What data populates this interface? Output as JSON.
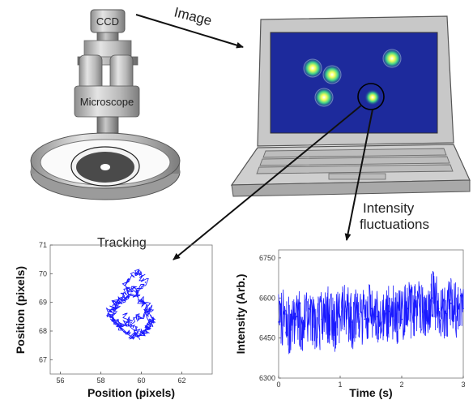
{
  "labels": {
    "ccd": "CCD",
    "microscope": "Microscope",
    "image": "Image",
    "intensity_line1": "Intensity",
    "intensity_line2": "fluctuations",
    "tracking": "Tracking"
  },
  "colors": {
    "screen_bg": "#1d2a9c",
    "trace": "#1a1aff",
    "spot": "#f4ff5a"
  },
  "chart_data": [
    {
      "type": "line",
      "title": "Tracking",
      "xlabel": "Position (pixels)",
      "ylabel": "Position (pixels)",
      "xlim": [
        55.5,
        63.5
      ],
      "ylim": [
        66.5,
        71
      ],
      "xticks": [
        "56",
        "58",
        "60",
        "62"
      ],
      "yticks": [
        "67",
        "68",
        "69",
        "70",
        "71"
      ],
      "series": [
        {
          "x": [
            59.2,
            59.6,
            59.9,
            60.2,
            59.8,
            59.3,
            58.9,
            58.7,
            58.6,
            59.0,
            59.5,
            59.9,
            60.3,
            60.5,
            60.2,
            59.8,
            59.4,
            59.0,
            58.7,
            58.4,
            58.6,
            59.0,
            59.3,
            59.6,
            59.8,
            60.1,
            60.4,
            60.6,
            60.3,
            59.9,
            59.5,
            59.2
          ],
          "y": [
            69.6,
            69.9,
            70.1,
            69.7,
            69.3,
            69.2,
            69.0,
            68.7,
            68.4,
            68.2,
            68.3,
            68.5,
            68.7,
            68.3,
            68.0,
            67.8,
            67.9,
            68.1,
            68.3,
            68.6,
            68.9,
            69.1,
            69.4,
            69.5,
            69.2,
            69.0,
            68.8,
            68.4,
            68.1,
            67.9,
            68.2,
            68.6
          ]
        }
      ]
    },
    {
      "type": "line",
      "xlabel": "Time (s)",
      "ylabel": "Intensity (Arb.)",
      "xlim": [
        0,
        3
      ],
      "ylim": [
        6300,
        6780
      ],
      "xticks": [
        "0",
        "1",
        "2",
        "3"
      ],
      "yticks": [
        "6300",
        "6450",
        "6600",
        "6750"
      ],
      "series": [
        {
          "x": [
            0.0,
            0.1,
            0.2,
            0.3,
            0.4,
            0.5,
            0.6,
            0.7,
            0.8,
            0.9,
            1.0,
            1.1,
            1.2,
            1.3,
            1.4,
            1.5,
            1.6,
            1.7,
            1.8,
            1.9,
            2.0,
            2.1,
            2.2,
            2.3,
            2.4,
            2.5,
            2.6,
            2.7,
            2.8,
            2.9,
            3.0
          ],
          "y": [
            6510,
            6540,
            6480,
            6530,
            6500,
            6560,
            6490,
            6520,
            6540,
            6500,
            6530,
            6550,
            6510,
            6540,
            6520,
            6560,
            6530,
            6510,
            6550,
            6540,
            6520,
            6560,
            6540,
            6570,
            6550,
            6600,
            6560,
            6540,
            6580,
            6550,
            6560
          ]
        }
      ]
    }
  ]
}
